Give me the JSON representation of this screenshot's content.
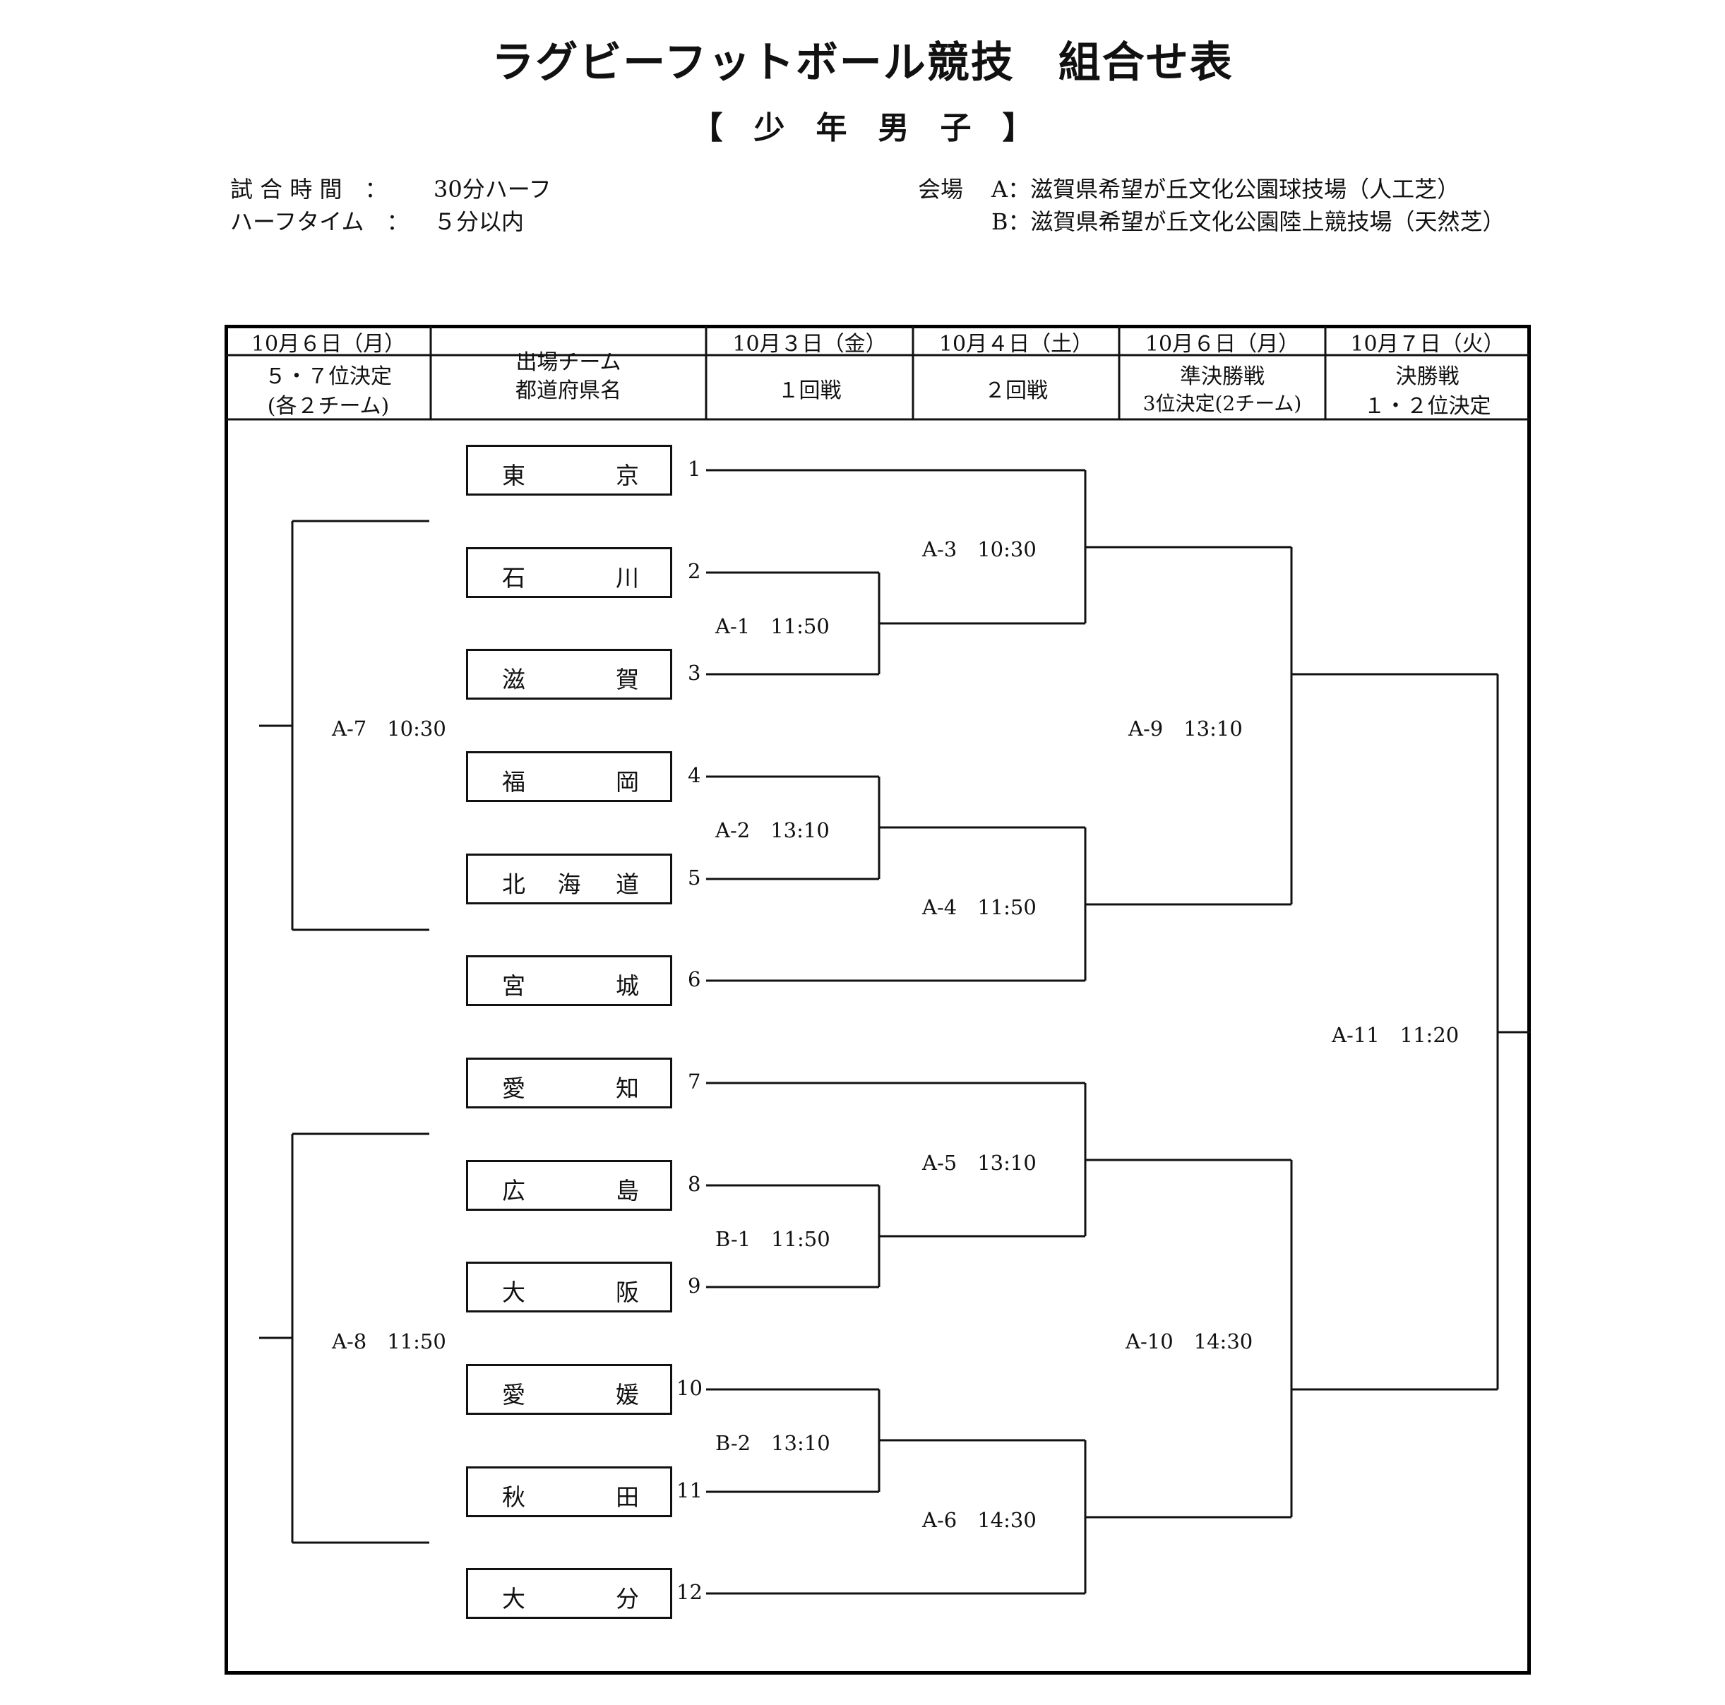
{
  "title": "ラグビーフットボール競技　組合せ表",
  "subtitle": "【　少　年　男　子　】",
  "info": {
    "match_time_label": "試 合 時 間　：",
    "match_time_value": "30分ハーフ",
    "half_time_label": "ハーフタイム　：",
    "half_time_value": "５分以内",
    "venue_label": "会場",
    "venue_a": "A：滋賀県希望が丘文化公園球技場（人工芝）",
    "venue_b": "B：滋賀県希望が丘文化公園陸上競技場（天然芝）"
  },
  "header": {
    "c1_date": "10月６日（月）",
    "c1_title1": "５・７位決定",
    "c1_title2": "(各２チーム)",
    "c2_title1": "出場チーム",
    "c2_title2": "都道府県名",
    "c3_date": "10月３日（金）",
    "c3_title": "１回戦",
    "c4_date": "10月４日（土）",
    "c4_title": "２回戦",
    "c5_date": "10月６日（月）",
    "c5_title1": "準決勝戦",
    "c5_title2": "3位決定(2チーム)",
    "c6_date": "10月７日（火）",
    "c6_title1": "決勝戦",
    "c6_title2": "１・２位決定"
  },
  "teams": [
    {
      "seed": "1",
      "a": "東",
      "b": "京"
    },
    {
      "seed": "2",
      "a": "石",
      "b": "川"
    },
    {
      "seed": "3",
      "a": "滋",
      "b": "賀"
    },
    {
      "seed": "4",
      "a": "福",
      "b": "岡"
    },
    {
      "seed": "5",
      "a": "北",
      "m": "海",
      "b": "道"
    },
    {
      "seed": "6",
      "a": "宮",
      "b": "城"
    },
    {
      "seed": "7",
      "a": "愛",
      "b": "知"
    },
    {
      "seed": "8",
      "a": "広",
      "b": "島"
    },
    {
      "seed": "9",
      "a": "大",
      "b": "阪"
    },
    {
      "seed": "10",
      "a": "愛",
      "b": "媛"
    },
    {
      "seed": "11",
      "a": "秋",
      "b": "田"
    },
    {
      "seed": "12",
      "a": "大",
      "b": "分"
    }
  ],
  "matches": {
    "a1": "A-1　11:50",
    "a2": "A-2　13:10",
    "b1": "B-1　11:50",
    "b2": "B-2　13:10",
    "a3": "A-3　10:30",
    "a4": "A-4　11:50",
    "a5": "A-5　13:10",
    "a6": "A-6　14:30",
    "a9": "A-9　13:10",
    "a10": "A-10　14:30",
    "a11": "A-11　11:20",
    "a7": "A-7　10:30",
    "a8": "A-8　11:50"
  }
}
